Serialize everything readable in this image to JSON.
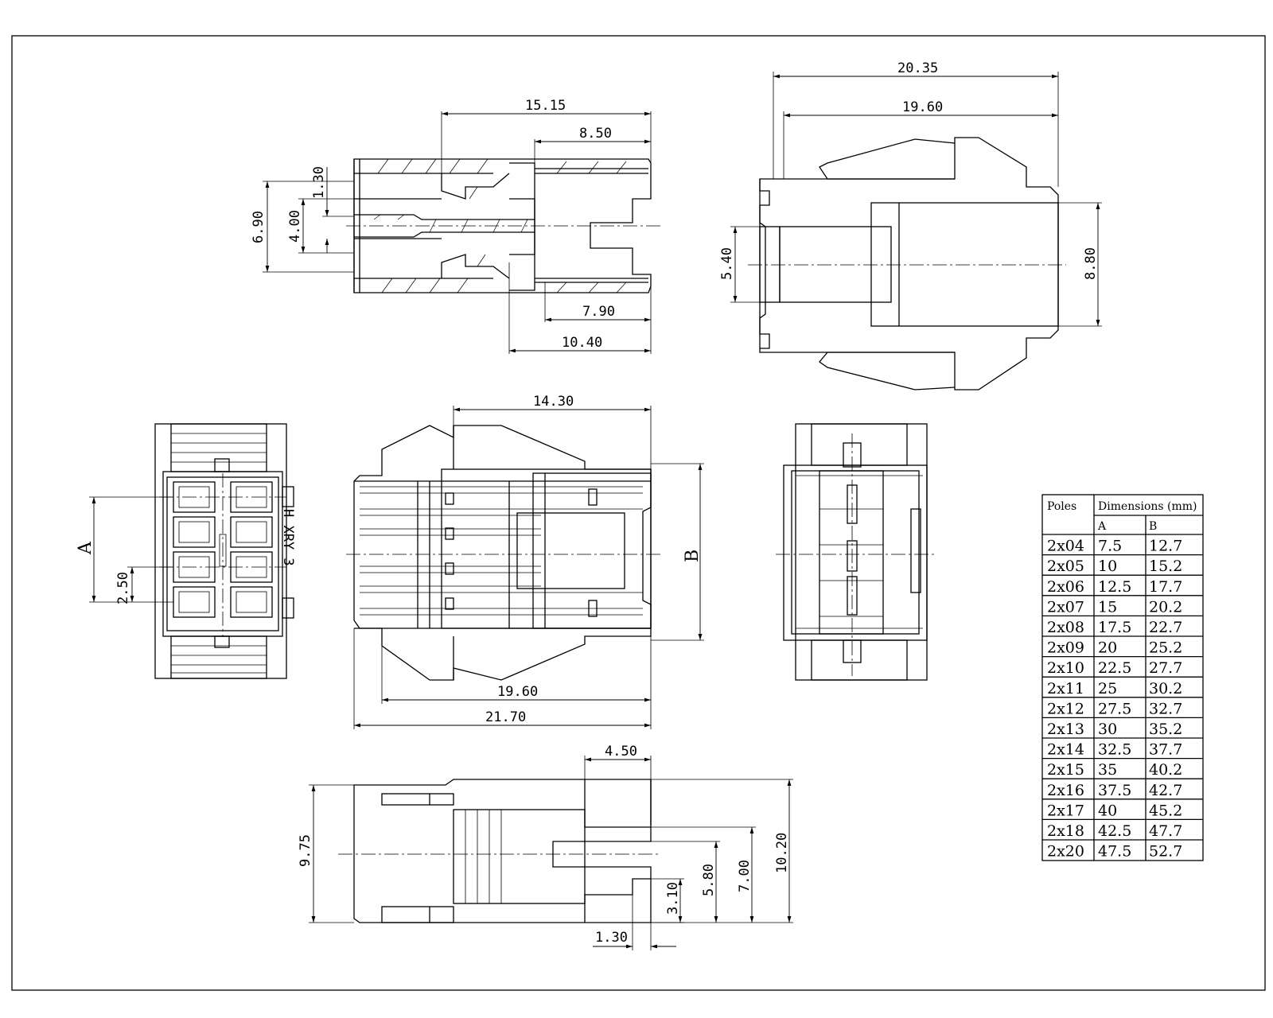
{
  "dimensions": {
    "front": {
      "d1515": "15.15",
      "d850": "8.50",
      "d130": "1.30",
      "d400": "4.00",
      "d690": "6.90",
      "d790": "7.90",
      "d1040": "10.40"
    },
    "side": {
      "d2035": "20.35",
      "d1960": "19.60",
      "d540": "5.40",
      "d880": "8.80"
    },
    "top": {
      "d1430": "14.30",
      "d1960": "19.60",
      "d2170": "21.70",
      "labelB": "B"
    },
    "end": {
      "labelA": "A",
      "d250": "2.50",
      "marking": "H XRY 3"
    },
    "bottom": {
      "d450": "4.50",
      "d975": "9.75",
      "d310": "3.10",
      "d580": "5.80",
      "d700": "7.00",
      "d1020": "10.20",
      "d130": "1.30"
    }
  },
  "table": {
    "header_poles": "Poles",
    "header_dims": "Dimensions (mm)",
    "col_a": "A",
    "col_b": "B",
    "rows": [
      [
        "2x04",
        "7.5",
        "12.7"
      ],
      [
        "2x05",
        "10",
        "15.2"
      ],
      [
        "2x06",
        "12.5",
        "17.7"
      ],
      [
        "2x07",
        "15",
        "20.2"
      ],
      [
        "2x08",
        "17.5",
        "22.7"
      ],
      [
        "2x09",
        "20",
        "25.2"
      ],
      [
        "2x10",
        "22.5",
        "27.7"
      ],
      [
        "2x11",
        "25",
        "30.2"
      ],
      [
        "2x12",
        "27.5",
        "32.7"
      ],
      [
        "2x13",
        "30",
        "35.2"
      ],
      [
        "2x14",
        "32.5",
        "37.7"
      ],
      [
        "2x15",
        "35",
        "40.2"
      ],
      [
        "2x16",
        "37.5",
        "42.7"
      ],
      [
        "2x17",
        "40",
        "45.2"
      ],
      [
        "2x18",
        "42.5",
        "47.7"
      ],
      [
        "2x20",
        "47.5",
        "52.7"
      ]
    ]
  }
}
